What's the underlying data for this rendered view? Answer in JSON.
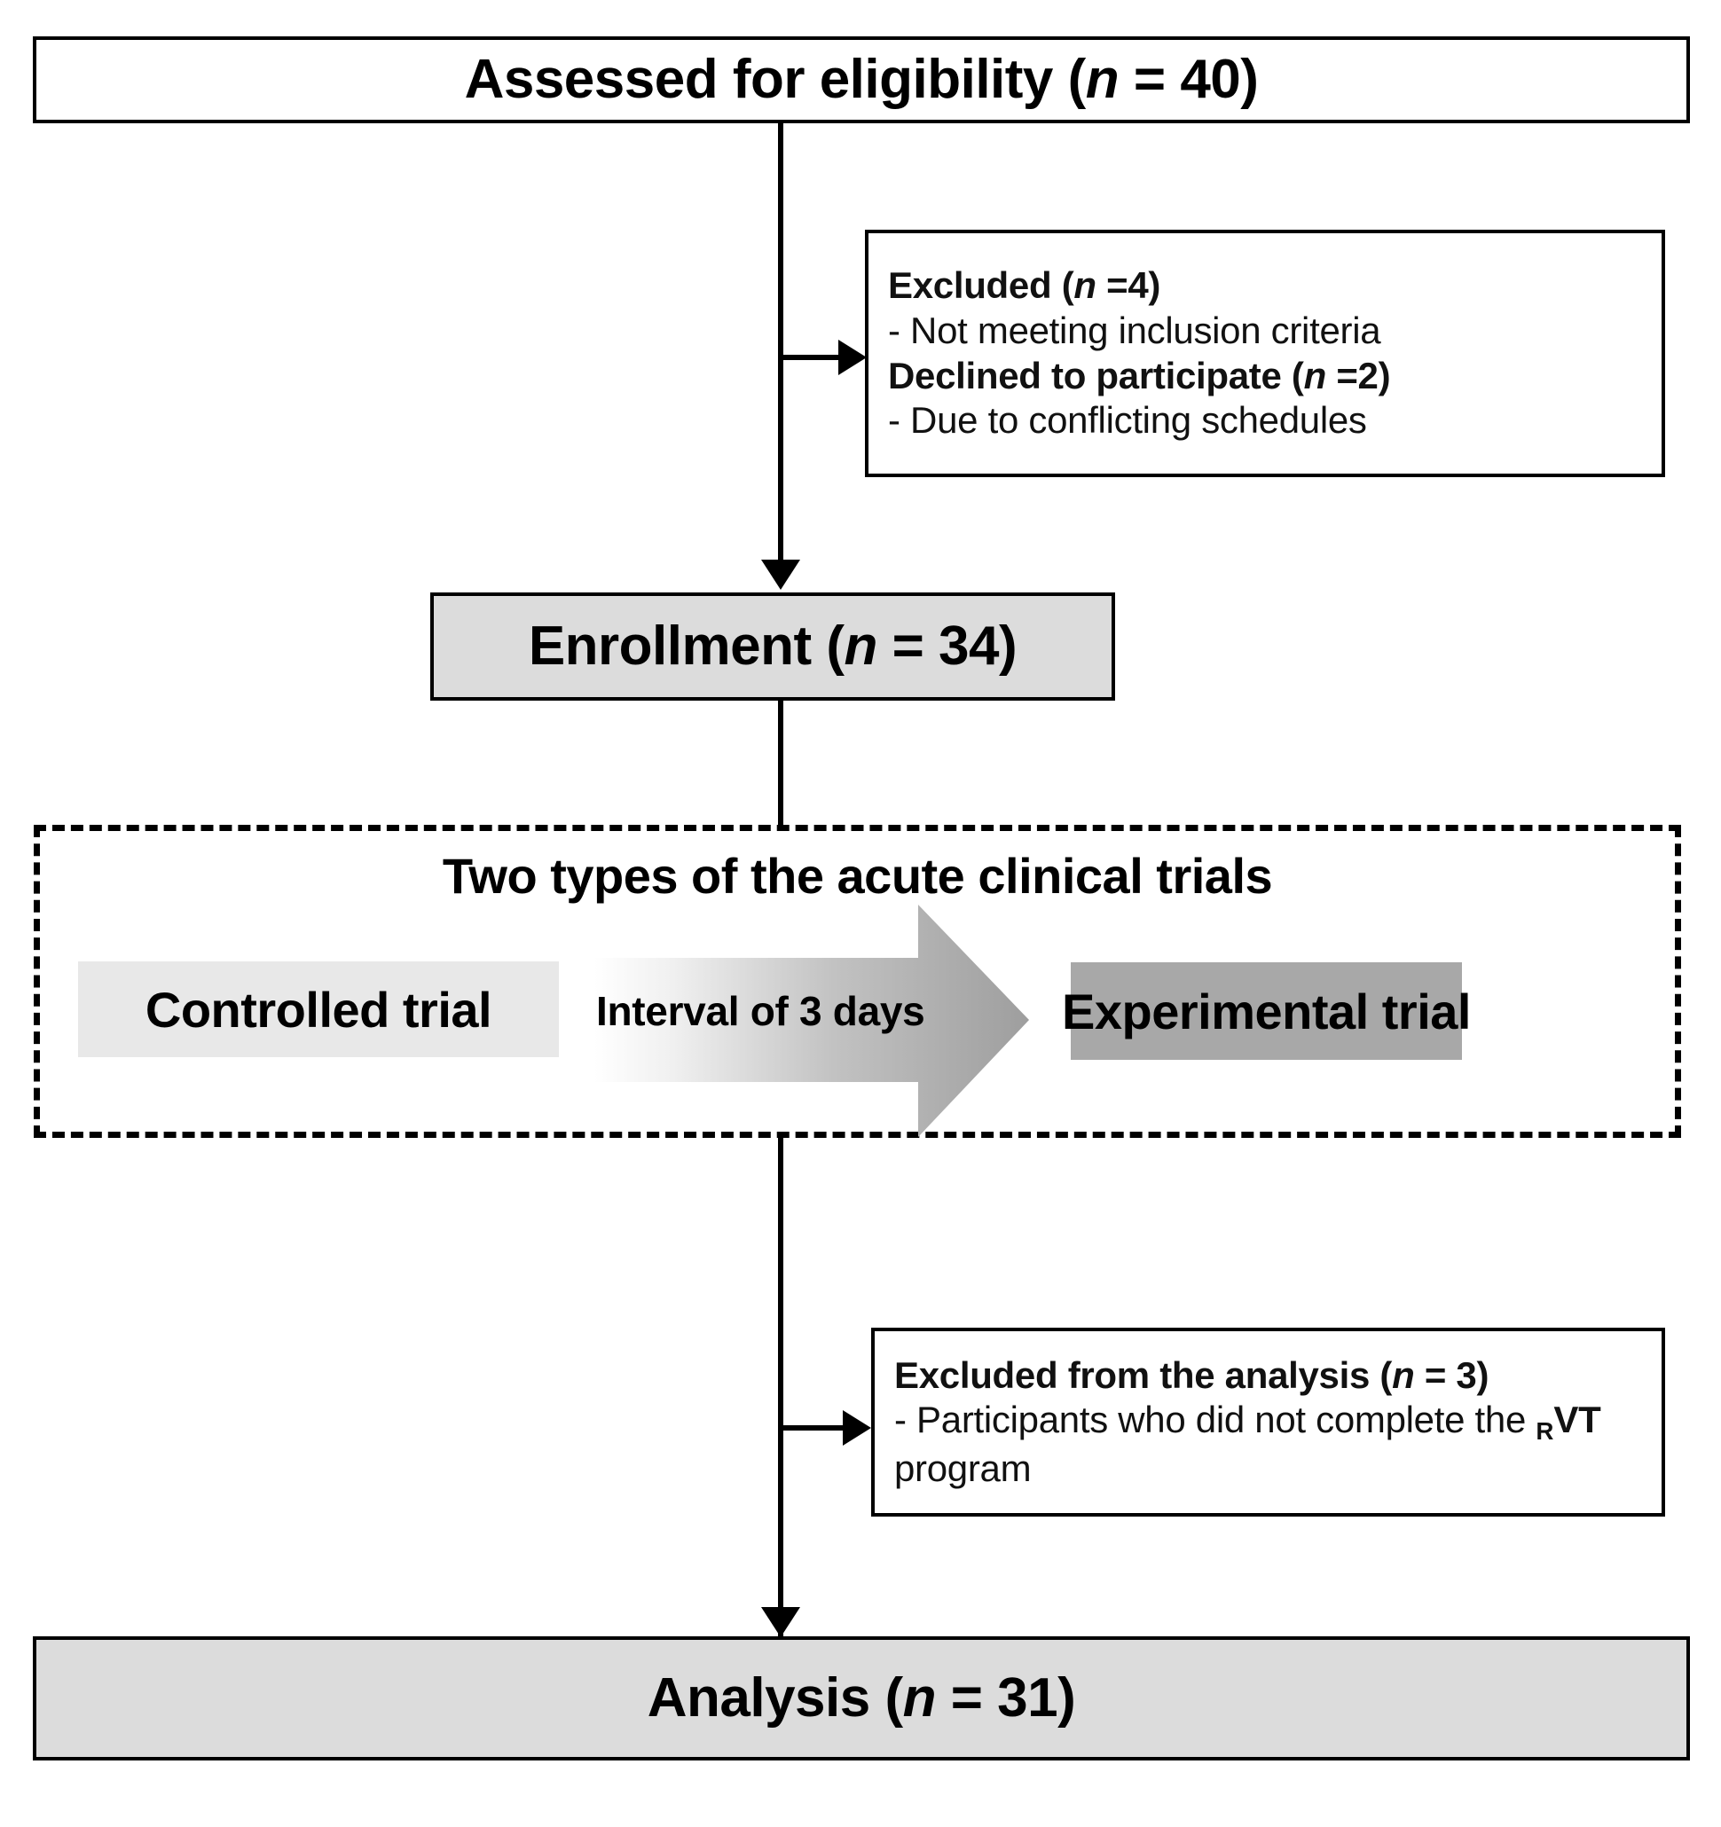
{
  "diagram": {
    "type": "consort-flow-diagram",
    "assessed": {
      "label_prefix": "Assessed for eligibility (",
      "n_symbol": "n",
      "label_suffix": " = 40)",
      "n_value": 40
    },
    "excluded_top": {
      "line1_prefix": "Excluded (",
      "line1_n": "n",
      "line1_suffix": " =4)",
      "line1_value": 4,
      "line2": "- Not meeting inclusion criteria",
      "line3_prefix": "Declined to participate (",
      "line3_n": "n",
      "line3_suffix": " =2)",
      "line3_value": 2,
      "line4": "- Due to conflicting schedules"
    },
    "enrollment": {
      "label_prefix": "Enrollment (",
      "n_symbol": "n",
      "label_suffix": " = 34)",
      "n_value": 34
    },
    "trials_section": {
      "heading": "Two types of the acute clinical trials",
      "controlled_trial": "Controlled trial",
      "interval_label": "Interval of 3 days",
      "experimental_trial": "Experimental trial"
    },
    "excluded_bottom": {
      "line1_prefix": "Excluded from the analysis (",
      "line1_n": "n",
      "line1_suffix": " = 3)",
      "line1_value": 3,
      "line2_part1": "- Participants who did not complete the ",
      "line2_subscript": "R",
      "line2_vt": "VT",
      "line2_part2": " program"
    },
    "analysis": {
      "label_prefix": "Analysis (",
      "n_symbol": "n",
      "label_suffix": " = 31)",
      "n_value": 31
    },
    "colors": {
      "stroke": "#000000",
      "box_gray": "#dcdcdc",
      "chip_light": "#e8e8e8",
      "chip_dark": "#a8a8a8",
      "arrow_gradient_start": "#ffffff",
      "arrow_gradient_end": "#a0a0a0",
      "background": "#ffffff"
    }
  }
}
